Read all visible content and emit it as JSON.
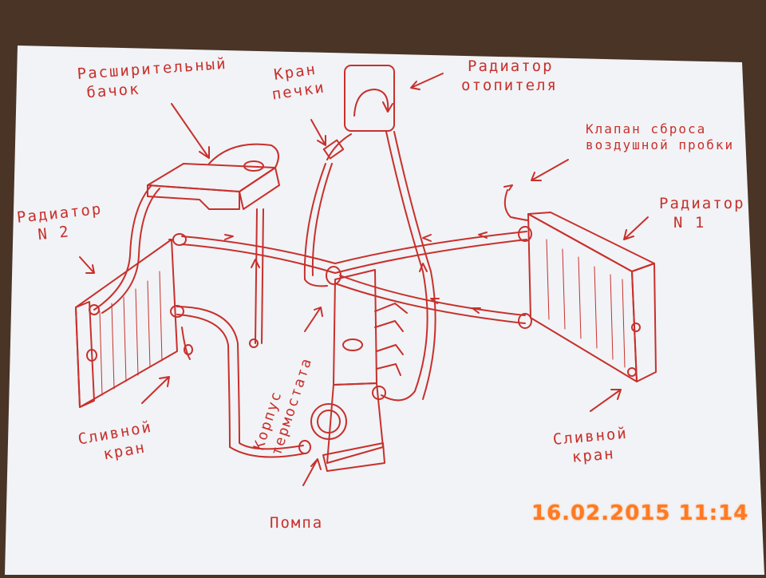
{
  "colors": {
    "ink": "#c8302c",
    "paper": "#f2f4f7",
    "background": "#4a3426",
    "stamp": "#ff7a22"
  },
  "labels": {
    "expansion_tank": [
      "Расширительный",
      "бачок"
    ],
    "heater_tap": [
      "Кран",
      "печки"
    ],
    "heater_radiator": [
      "Радиатор",
      "отопителя"
    ],
    "air_valve": [
      "Клапан сброса",
      "воздушной пробки"
    ],
    "radiator_2": [
      "Радиатор",
      "N 2"
    ],
    "radiator_1": [
      "Радиатор",
      "N 1"
    ],
    "drain_tap_left": [
      "Сливной",
      "кран"
    ],
    "drain_tap_right": [
      "Сливной",
      "кран"
    ],
    "thermostat_housing": [
      "Корпус",
      "термостата"
    ],
    "pump": "Помпа"
  },
  "date_stamp": "16.02.2015 11:14"
}
